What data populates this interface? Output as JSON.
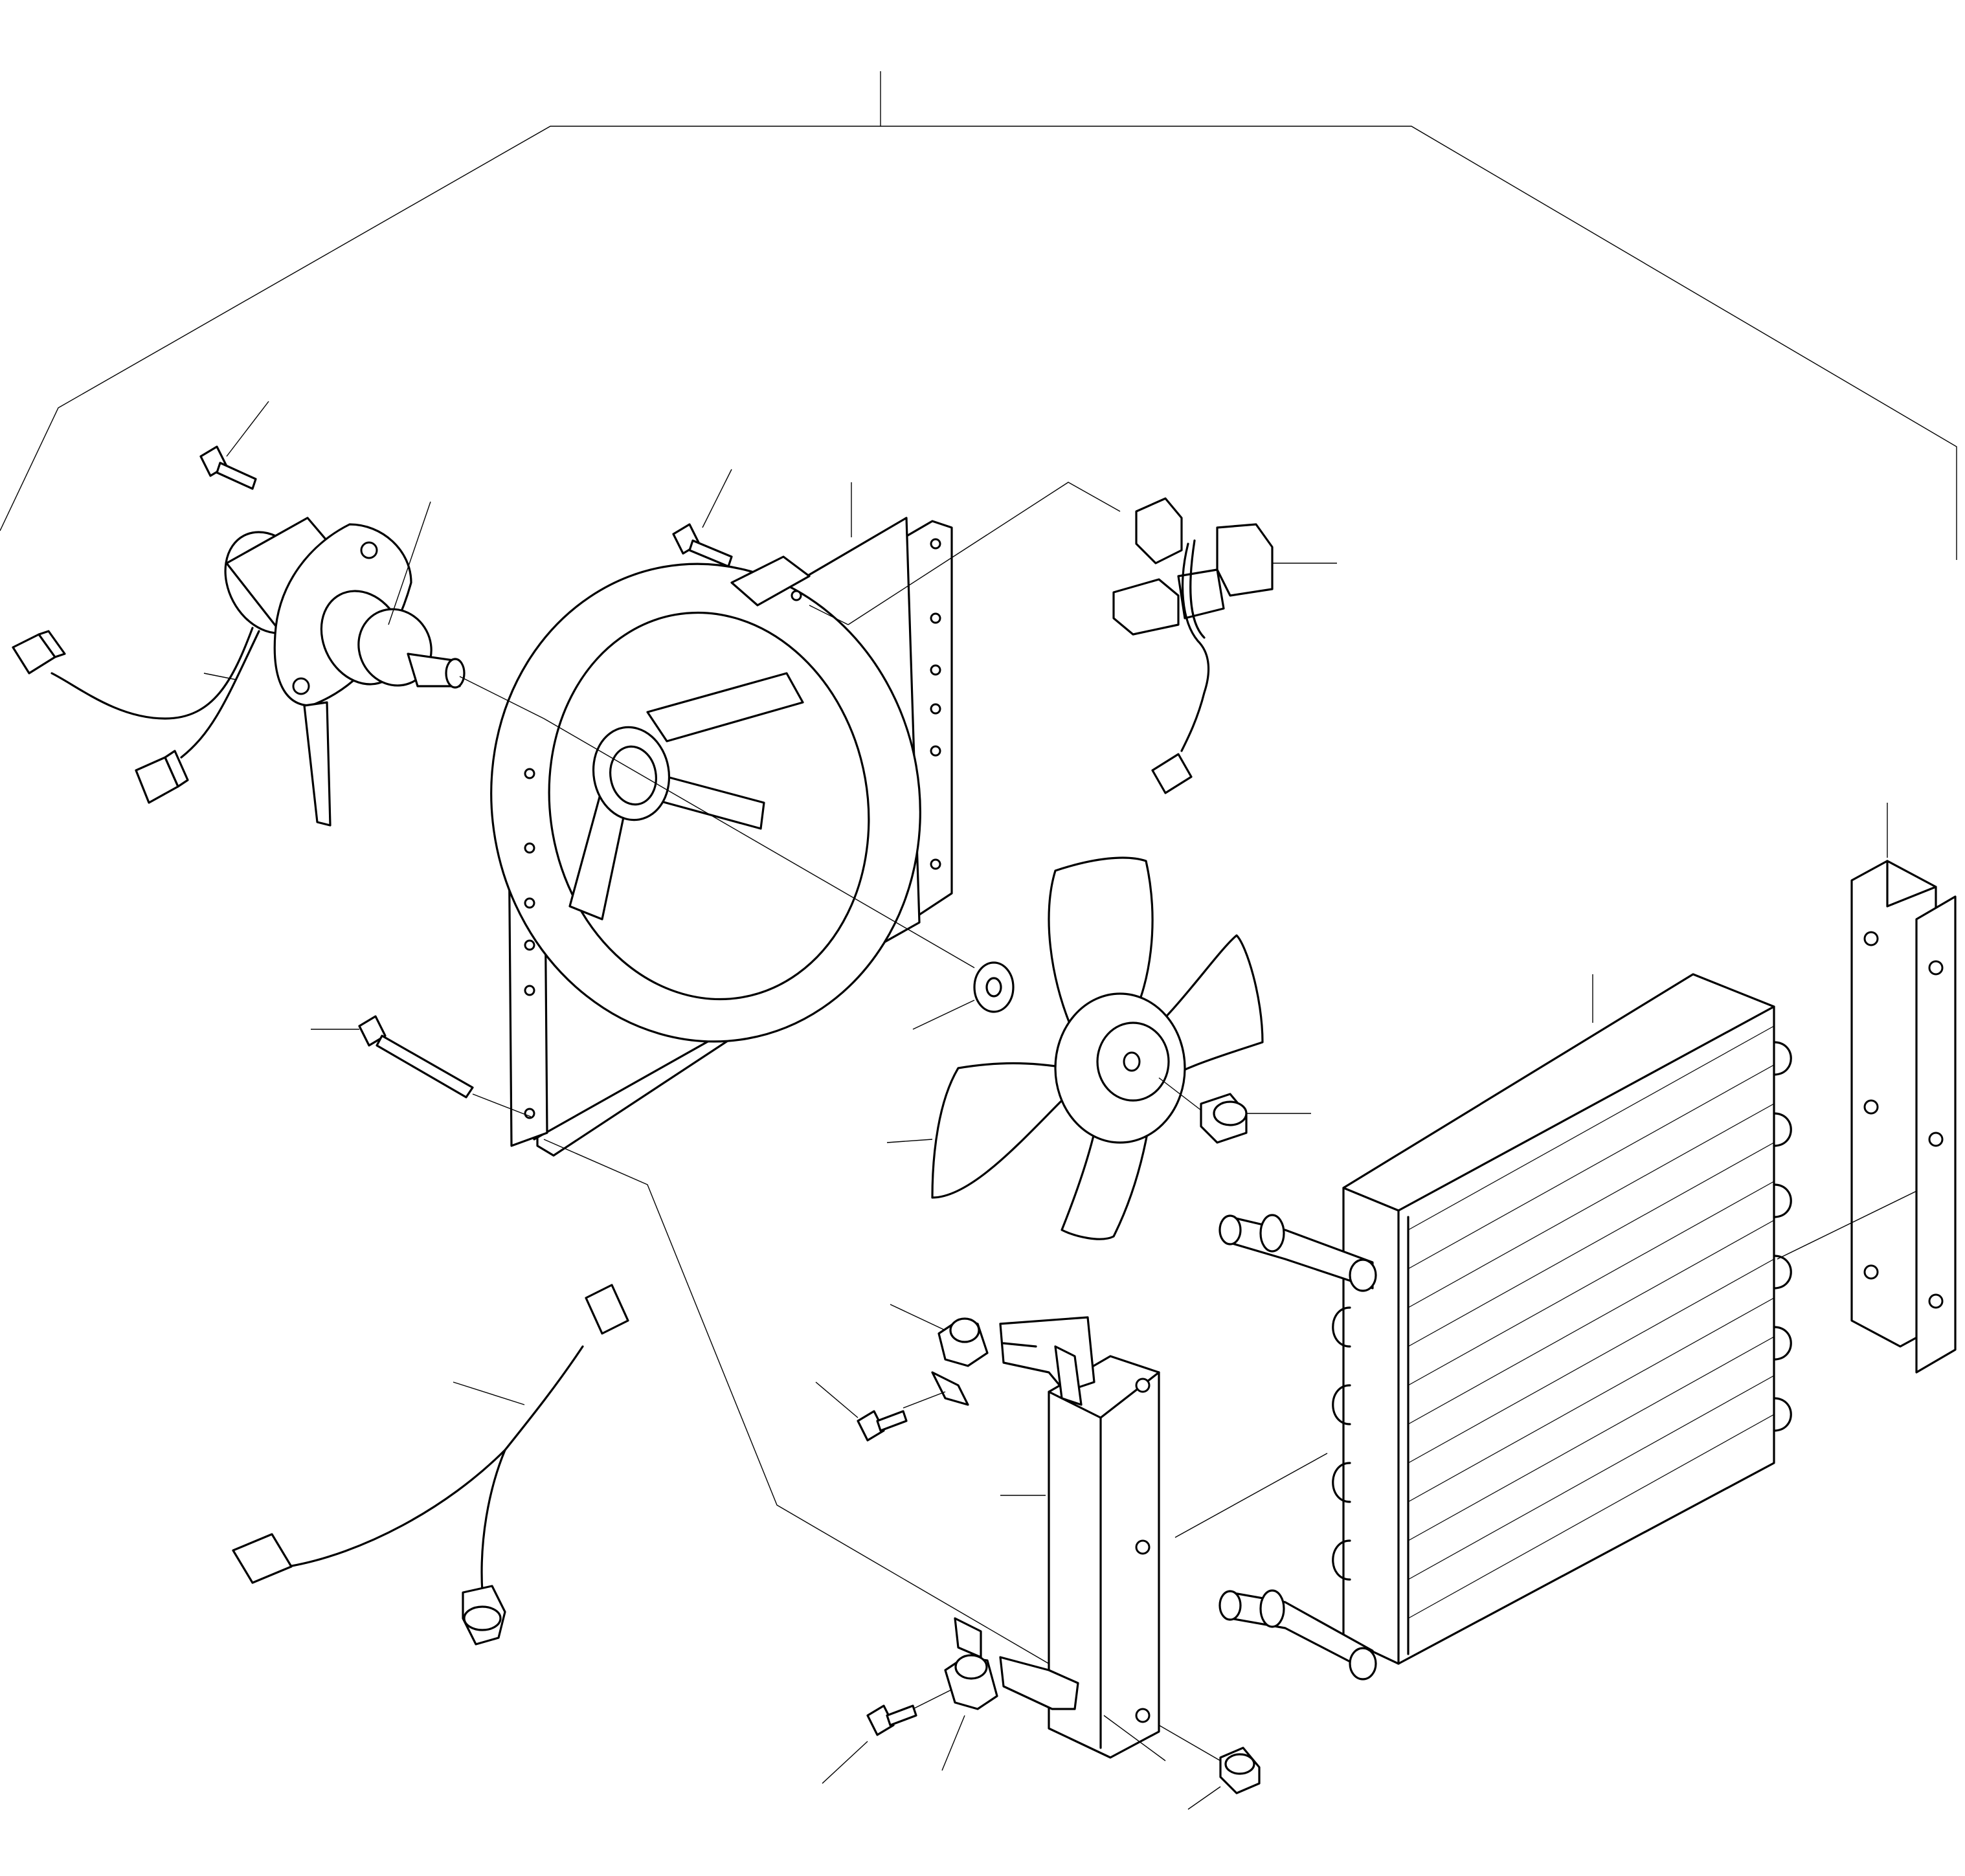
{
  "diagram": {
    "type": "exploded-parts-view",
    "colors": {
      "line": "#000000",
      "background": "#ffffff"
    },
    "parts": [
      {
        "name": "fan-motor"
      },
      {
        "name": "motor-mounting-bolt"
      },
      {
        "name": "shroud-bolt"
      },
      {
        "name": "fan-shroud"
      },
      {
        "name": "relay-harness"
      },
      {
        "name": "long-bolt"
      },
      {
        "name": "washer"
      },
      {
        "name": "fan-blade"
      },
      {
        "name": "cap-nut"
      },
      {
        "name": "condenser"
      },
      {
        "name": "right-bracket"
      },
      {
        "name": "left-bracket"
      },
      {
        "name": "wiring-harness"
      },
      {
        "name": "rubber-bushing"
      },
      {
        "name": "small-bolt"
      }
    ]
  }
}
